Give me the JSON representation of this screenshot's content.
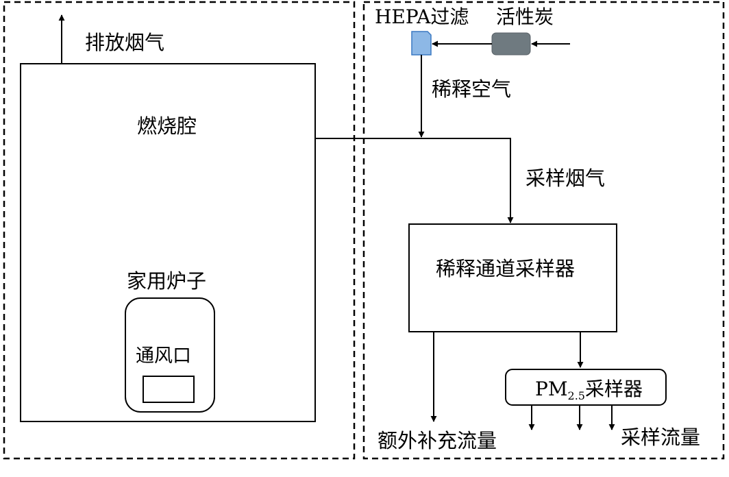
{
  "labels": {
    "exhaust": "排放烟气",
    "combustion_chamber": "燃烧腔",
    "household_stove": "家用炉子",
    "vent": "通风口",
    "hepa": "HEPA过滤",
    "activated_carbon": "活性炭",
    "dilution_air": "稀释空气",
    "sample_flue_gas": "采样烟气",
    "dilution_sampler": "稀释通道采样器",
    "pm_prefix": "PM",
    "pm_subscript": "2.5",
    "pm_suffix": "采样器",
    "extra_flow": "额外补充流量",
    "sample_flow": "采样流量"
  },
  "colors": {
    "hepa_fill": "#8db8e6",
    "hepa_stroke": "#3a78c2",
    "carbon_fill": "#6f7a80",
    "line": "#000000"
  }
}
